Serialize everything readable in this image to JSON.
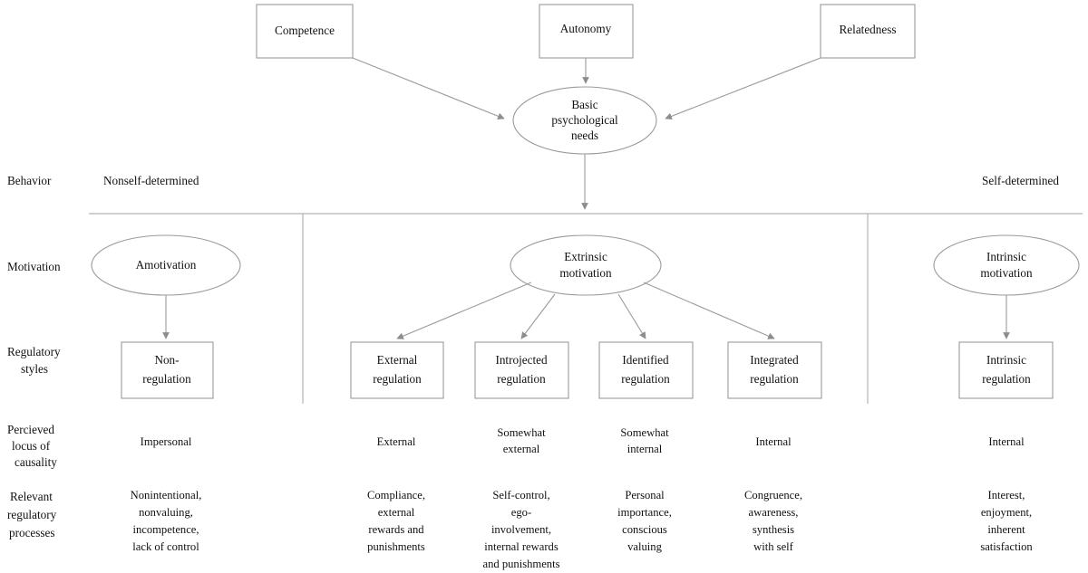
{
  "figure": {
    "title": "Self-determination theory continuum diagram",
    "stroke_color": "#9a9a9a",
    "rule_color": "#b3b3b3",
    "text_color": "#111111",
    "background": "#ffffff"
  },
  "needs": {
    "boxes": [
      {
        "label": "Competence"
      },
      {
        "label": "Autonomy"
      },
      {
        "label": "Relatedness"
      }
    ],
    "hub": {
      "label_line1": "Basic",
      "label_line2": "psychological",
      "label_line3": "needs"
    }
  },
  "row_labels": {
    "behavior": "Behavior",
    "motivation": "Motivation",
    "regulatory_styles_line1": "Regulatory",
    "regulatory_styles_line2": "styles",
    "plc_line1": "Percieved",
    "plc_line2": "locus of",
    "plc_line3": "causality",
    "rrp_line1": "Relevant",
    "rrp_line2": "regulatory",
    "rrp_line3": "processes"
  },
  "behavior_axis": {
    "left": "Nonself-determined",
    "right": "Self-determined"
  },
  "motivations": [
    {
      "id": "amotivation",
      "label_line1": "Amotivation",
      "label_line2": ""
    },
    {
      "id": "extrinsic",
      "label_line1": "Extrinsic",
      "label_line2": "motivation"
    },
    {
      "id": "intrinsic",
      "label_line1": "Intrinsic",
      "label_line2": "motivation"
    }
  ],
  "regulatory_styles": [
    {
      "id": "non-regulation",
      "line1": "Non-",
      "line2": "regulation"
    },
    {
      "id": "external-regulation",
      "line1": "External",
      "line2": "regulation"
    },
    {
      "id": "introjected-regulation",
      "line1": "Introjected",
      "line2": "regulation"
    },
    {
      "id": "identified-regulation",
      "line1": "Identified",
      "line2": "regulation"
    },
    {
      "id": "integrated-regulation",
      "line1": "Integrated",
      "line2": "regulation"
    },
    {
      "id": "intrinsic-regulation",
      "line1": "Intrinsic",
      "line2": "regulation"
    }
  ],
  "perceived_locus_of_causality": [
    {
      "id": "plc-amotivation",
      "line1": "Impersonal",
      "line2": ""
    },
    {
      "id": "plc-external",
      "line1": "External",
      "line2": ""
    },
    {
      "id": "plc-introjected",
      "line1": "Somewhat",
      "line2": "external"
    },
    {
      "id": "plc-identified",
      "line1": "Somewhat",
      "line2": "internal"
    },
    {
      "id": "plc-integrated",
      "line1": "Internal",
      "line2": ""
    },
    {
      "id": "plc-intrinsic",
      "line1": "Internal",
      "line2": ""
    }
  ],
  "relevant_regulatory_processes": [
    {
      "id": "rrp-amotivation",
      "lines": [
        "Nonintentional,",
        "nonvaluing,",
        "incompetence,",
        "lack of control"
      ]
    },
    {
      "id": "rrp-external",
      "lines": [
        "Compliance,",
        "external",
        "rewards and",
        "punishments"
      ]
    },
    {
      "id": "rrp-introjected",
      "lines": [
        "Self-control,",
        "ego-",
        "involvement,",
        "internal rewards",
        "and punishments"
      ]
    },
    {
      "id": "rrp-identified",
      "lines": [
        "Personal",
        "importance,",
        "conscious",
        "valuing"
      ]
    },
    {
      "id": "rrp-integrated",
      "lines": [
        "Congruence,",
        "awareness,",
        "synthesis",
        "with self"
      ]
    },
    {
      "id": "rrp-intrinsic",
      "lines": [
        "Interest,",
        "enjoyment,",
        "inherent",
        "satisfaction"
      ]
    }
  ]
}
